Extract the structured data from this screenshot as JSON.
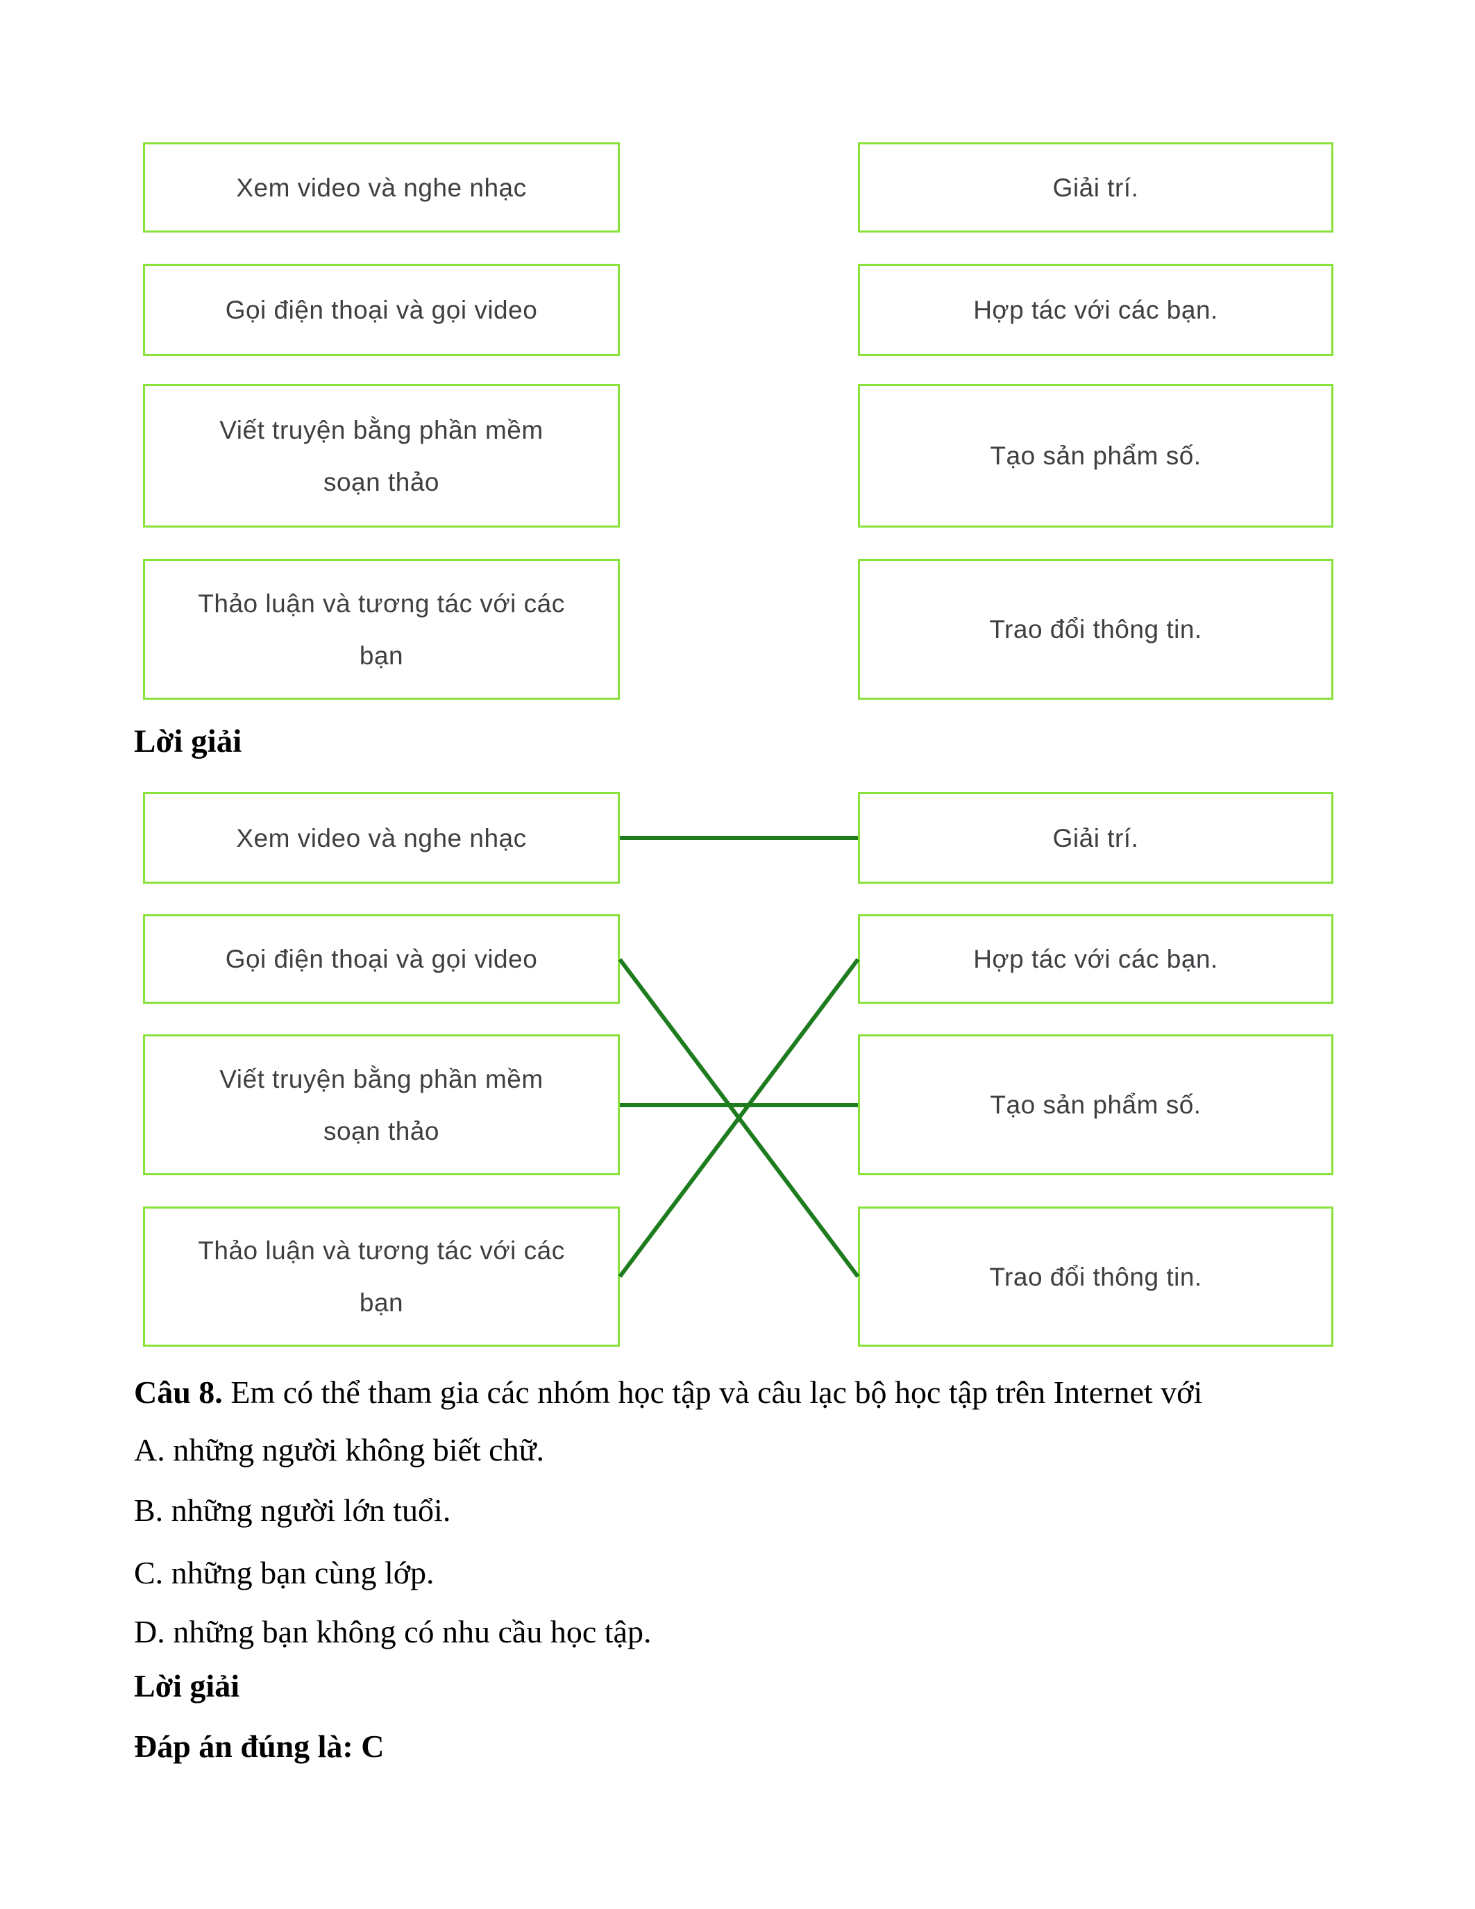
{
  "colors": {
    "box_border": "#89e23a",
    "connector_line": "#1e7c1e",
    "box_text": "#3e3f42"
  },
  "exercise": {
    "left_items": [
      [
        "Xem video và nghe nhạc"
      ],
      [
        "Gọi điện thoại và gọi video"
      ],
      [
        "Viết truyện bằng phần mềm",
        "soạn thảo"
      ],
      [
        "Thảo luận và tương tác với các",
        "bạn"
      ]
    ],
    "right_items": [
      [
        "Giải trí."
      ],
      [
        "Hợp tác với các bạn."
      ],
      [
        "Tạo sản phẩm số."
      ],
      [
        "Trao đổi thông tin."
      ]
    ]
  },
  "solution_heading": "Lời giải",
  "solution": {
    "left_items": [
      [
        "Xem video và nghe nhạc"
      ],
      [
        "Gọi điện thoại và gọi video"
      ],
      [
        "Viết truyện bằng phần mềm",
        "soạn thảo"
      ],
      [
        "Thảo luận và tương tác với các",
        "bạn"
      ]
    ],
    "right_items": [
      [
        "Giải trí."
      ],
      [
        "Hợp tác với các bạn."
      ],
      [
        "Tạo sản phẩm số."
      ],
      [
        "Trao đổi thông tin."
      ]
    ],
    "connections": [
      [
        0,
        0
      ],
      [
        1,
        3
      ],
      [
        2,
        2
      ],
      [
        3,
        1
      ]
    ]
  },
  "question": {
    "number_label": "Câu 8.",
    "text": "Em có thể tham gia các nhóm học tập và câu lạc bộ học tập trên Internet với",
    "options": [
      {
        "label": "A.",
        "text": "những người không biết chữ."
      },
      {
        "label": "B.",
        "text": "những người lớn tuổi."
      },
      {
        "label": "C.",
        "text": "những bạn cùng lớp."
      },
      {
        "label": "D.",
        "text": "những bạn không có nhu cầu học tập."
      }
    ],
    "solution_label": "Lời giải",
    "answer_text": "Đáp án đúng là: C"
  }
}
